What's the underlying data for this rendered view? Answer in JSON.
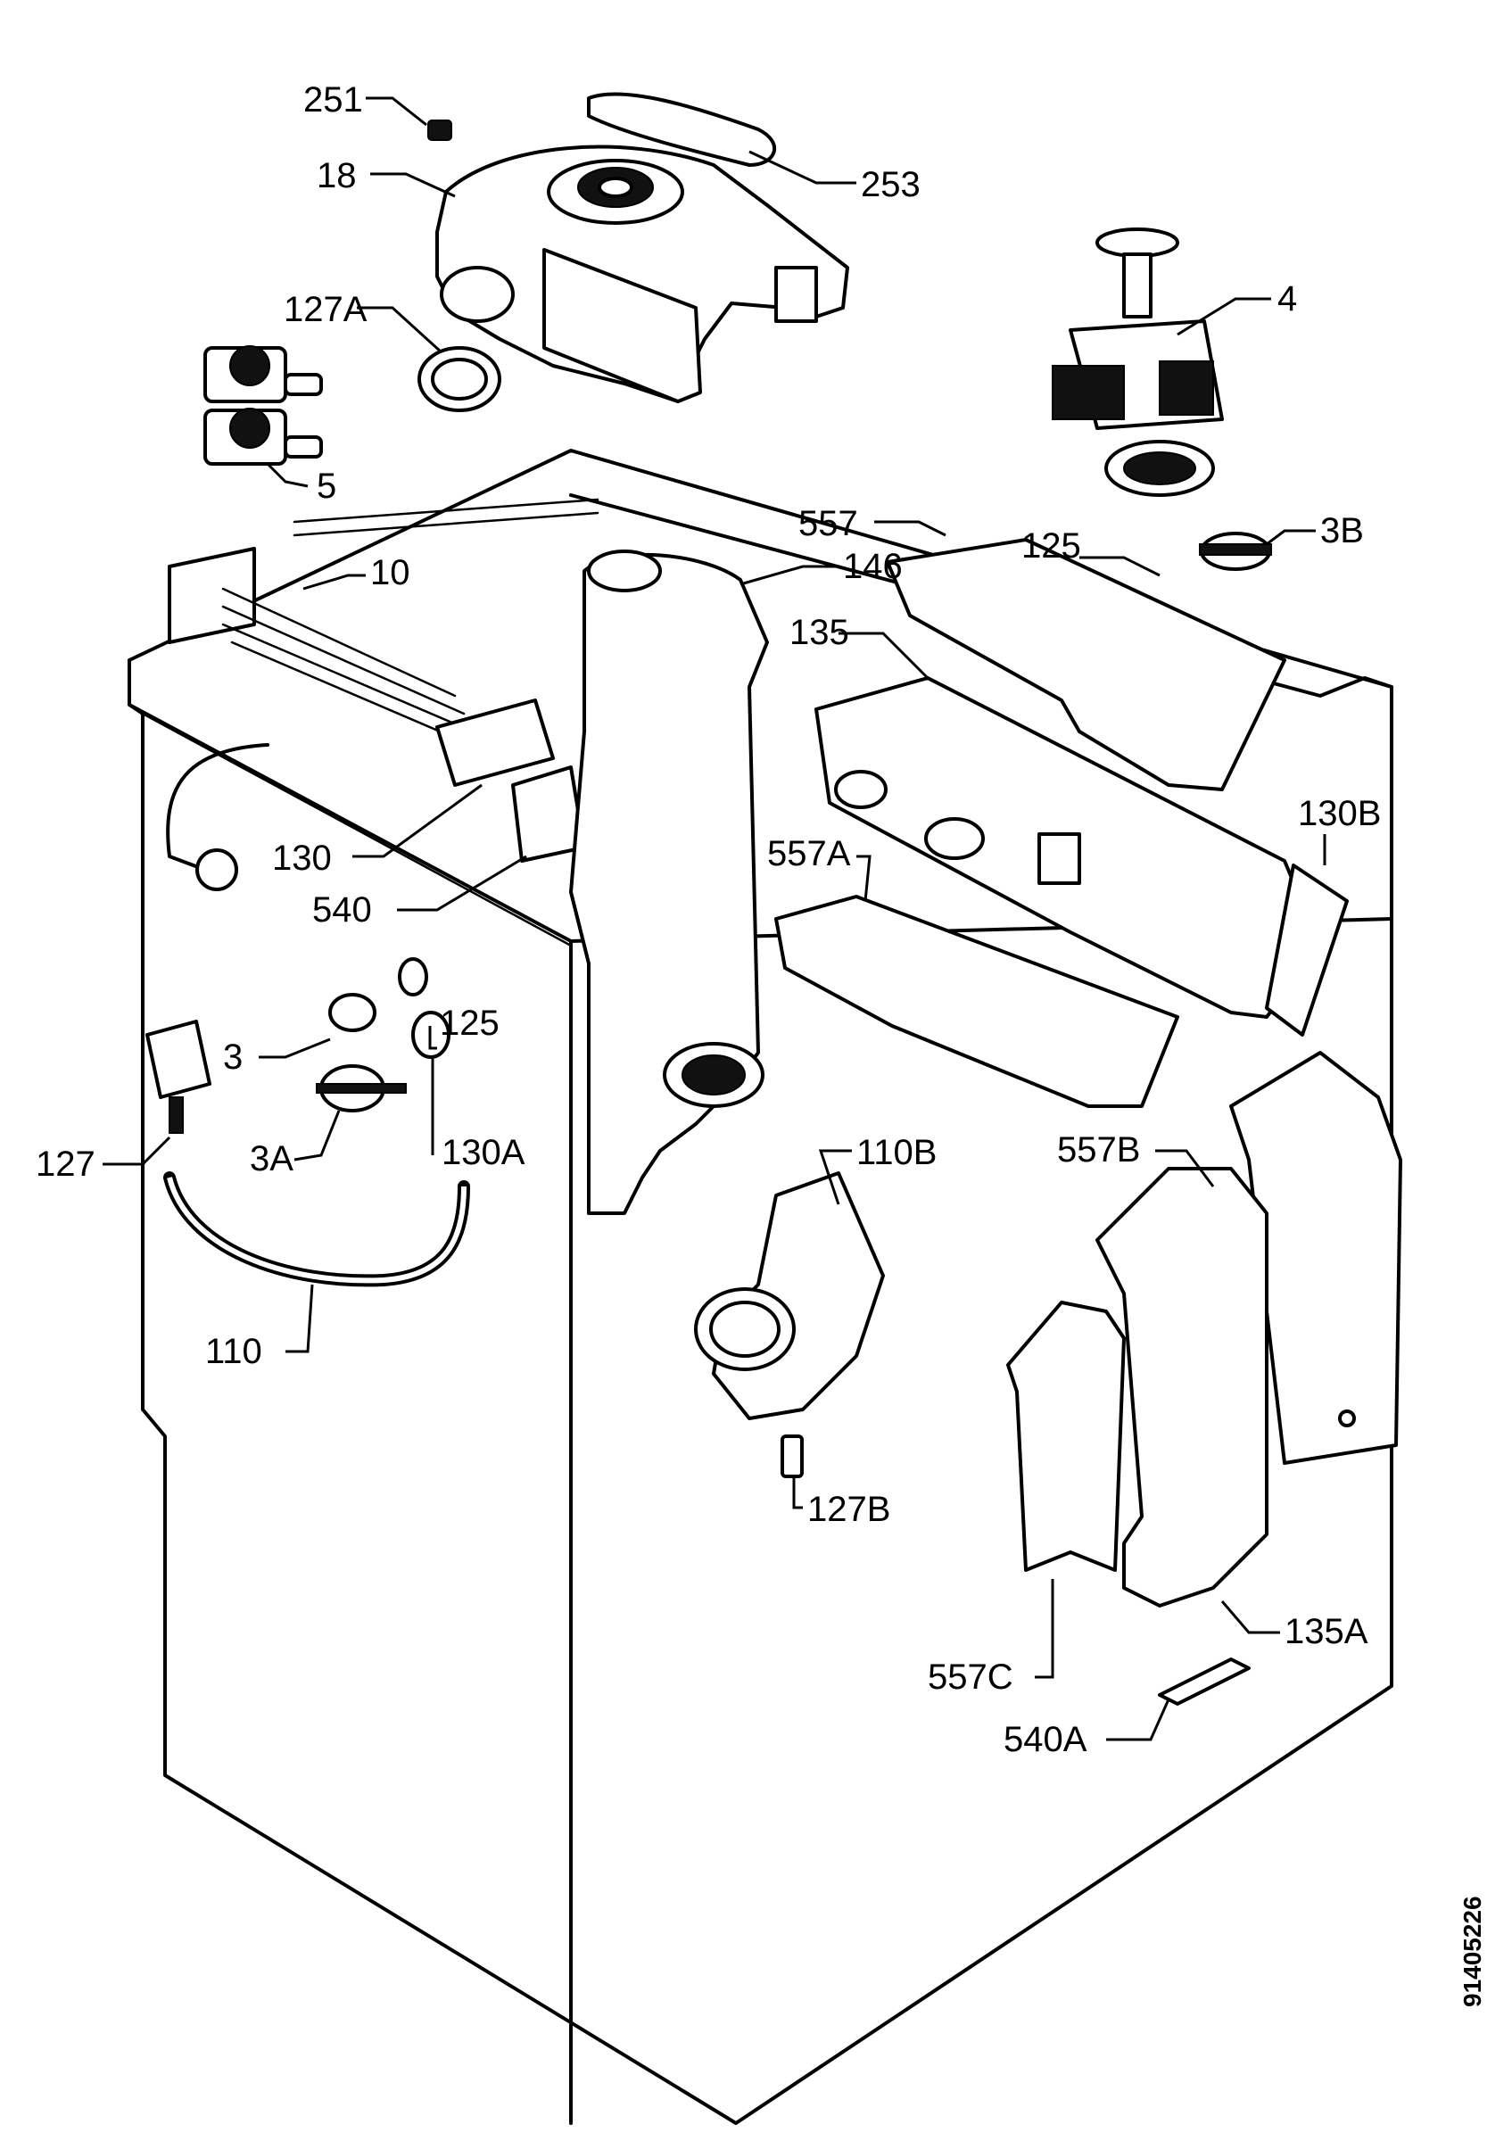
{
  "document_number": "91405226",
  "callouts": {
    "c251": "251",
    "c18": "18",
    "c253": "253",
    "c4": "4",
    "c127A": "127A",
    "c5": "5",
    "c557": "557",
    "c125_top": "125",
    "c3B": "3B",
    "c10": "10",
    "c146": "146",
    "c135": "135",
    "c130": "130",
    "c540": "540",
    "c557A": "557A",
    "c130B": "130B",
    "c125_left": "125",
    "c3": "3",
    "c127": "127",
    "c3A": "3A",
    "c130A": "130A",
    "c110B": "110B",
    "c557B": "557B",
    "c110": "110",
    "c127B": "127B",
    "c135A": "135A",
    "c557C": "557C",
    "c540A": "540A"
  }
}
